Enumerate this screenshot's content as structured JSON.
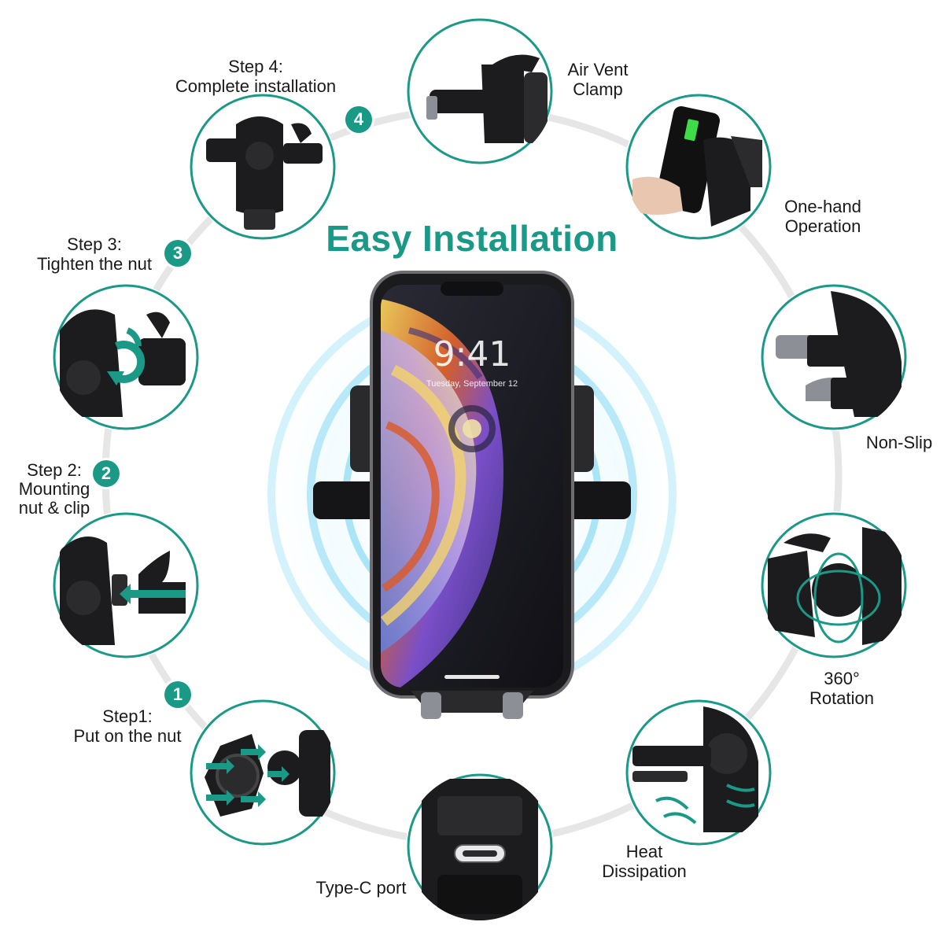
{
  "title": "Easy Installation",
  "colors": {
    "accent": "#1a9a86",
    "ring": "#e6e6e6",
    "glow": "#7fd8f2",
    "text": "#1a1a1a",
    "device": "#1b1b1d"
  },
  "phone": {
    "time": "9:41",
    "date": "Tuesday, September 12"
  },
  "steps": [
    {
      "badge": "1",
      "lines": [
        "Step1:",
        "Put on the nut"
      ]
    },
    {
      "badge": "2",
      "lines": [
        "Step 2:",
        "Mounting",
        "nut & clip"
      ]
    },
    {
      "badge": "3",
      "lines": [
        "Step 3:",
        "Tighten the nut"
      ]
    },
    {
      "badge": "4",
      "lines": [
        "Step 4:",
        "Complete installation"
      ]
    }
  ],
  "features": {
    "air_vent": [
      "Air Vent",
      "Clamp"
    ],
    "one_hand": [
      "One-hand",
      "Operation"
    ],
    "non_slip": [
      "Non-Slip"
    ],
    "rotation": [
      "360°",
      "Rotation"
    ],
    "heat": [
      "Heat",
      "Dissipation"
    ],
    "type_c": [
      "Type-C port"
    ]
  },
  "icons": {
    "thumbs": [
      "hex-nut-icon",
      "clip-icon",
      "rotate-arrow-icon",
      "mount-icon",
      "vent-clamp-icon",
      "one-hand-icon",
      "non-slip-icon",
      "rotation-icon",
      "heat-icon",
      "usb-c-icon"
    ]
  }
}
